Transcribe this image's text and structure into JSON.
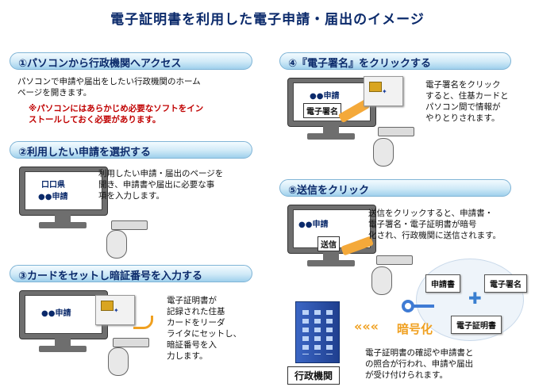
{
  "title": "電子証明書を利用した電子申請・届出のイメージ",
  "step1": {
    "heading": "①パソコンから行政機関へアクセス",
    "text": "パソコンで申請や届出をしたい行政機関のホーム\nページを開きます。",
    "note": "※パソコンにはあらかじめ必要なソフトをイン\nストールしておく必要があります。"
  },
  "step2": {
    "heading": "②利用したい申請を選択する",
    "screen_line1": "口口県",
    "screen_line2": "●●申請",
    "text": "利用したい申請・届出のページを\n開き、申請書や届出に必要な事\n項を入力します。"
  },
  "step3": {
    "heading": "③カードをセットし暗証番号を入力する",
    "screen": "●●申請",
    "text": "電子証明書が\n記録された住基\nカードをリーダ\nライタにセットし、\n暗証番号を入\n力します。"
  },
  "step4": {
    "heading": "④『電子署名』をクリックする",
    "screen": "●●申請",
    "button": "電子署名",
    "text": "電子署名をクリック\nすると、住基カードと\nパソコン間で情報が\nやりとりされます。"
  },
  "step5": {
    "heading": "⑤送信をクリック",
    "screen": "●●申請",
    "button": "送信",
    "text": "送信をクリックすると、申請書・\n電子署名・電子証明書が暗号\n化され、行政機関に送信されます。",
    "box_application": "申請書",
    "box_signature": "電子署名",
    "box_certificate": "電子証明書",
    "plus": "✚",
    "encryption": "暗号化",
    "arrows": "«««",
    "agency": "行政機関",
    "bottom_text": "電子証明書の確認や申請書と\nの照合が行われ、申請や届出\nが受け付けられます。"
  }
}
